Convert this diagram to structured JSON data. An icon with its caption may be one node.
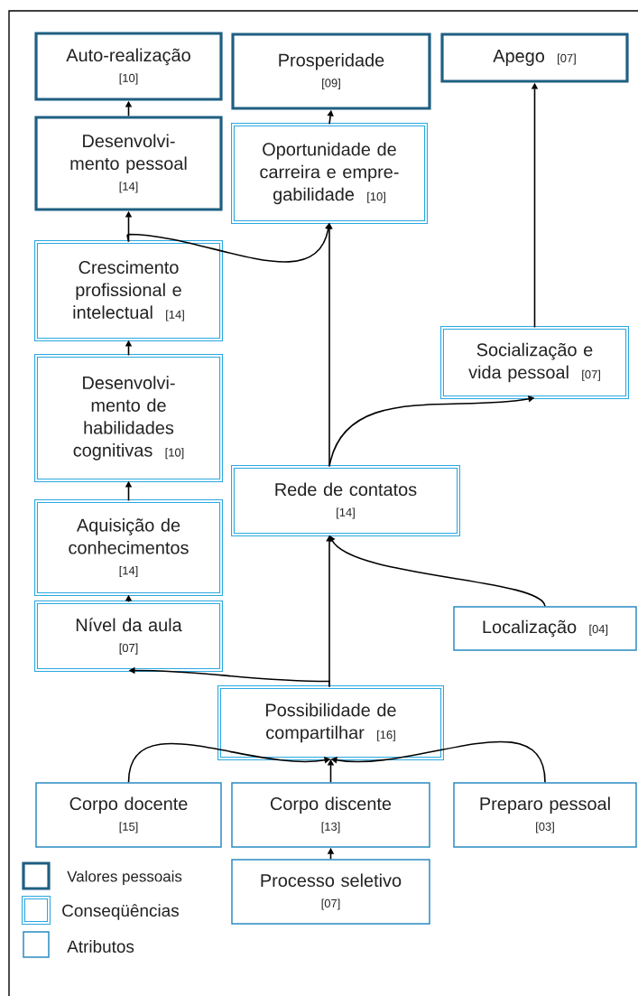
{
  "diagram": {
    "nodes": [
      {
        "text": [
          "Auto-realização",
          "[10]"
        ]
      },
      {
        "text": [
          "Prosperidade",
          "[09]"
        ]
      },
      {
        "text": [
          "Apego",
          "[07]"
        ]
      },
      {
        "text": [
          "Desenvolvi- mento pessoal",
          "[14]"
        ]
      },
      {
        "text": [
          "Oportunidade de carreira e empre- gabilidade",
          "[10]"
        ]
      },
      {
        "text": [
          "Crescimento profissional e intelectual",
          "[14]"
        ]
      },
      {
        "text": [
          "Socialização e vida pessoal",
          "[07]"
        ]
      },
      {
        "text": [
          "Desenvolvi- mento de habilidades cognitivas",
          "[10]"
        ]
      },
      {
        "text": [
          "Rede de contatos",
          "[14]"
        ]
      },
      {
        "text": [
          "Aquisição de conhecimentos",
          "[14]"
        ]
      },
      {
        "text": [
          "Nível da aula",
          "[07]"
        ]
      },
      {
        "text": [
          "Localização",
          "[04]"
        ]
      },
      {
        "text": [
          "Possibilidade de compartilhar",
          "[16]"
        ]
      },
      {
        "text": [
          "Corpo docente",
          "[15]"
        ]
      },
      {
        "text": [
          "Corpo discente",
          "[13]"
        ]
      },
      {
        "text": [
          "Preparo pessoal",
          "[03]"
        ]
      },
      {
        "text": [
          "Processo seletivo",
          "[07]"
        ]
      }
    ],
    "edges": [
      {
        "from": 3,
        "to": 0,
        "arrow": "to"
      },
      {
        "from": 4,
        "to": 1,
        "arrow": "to"
      },
      {
        "from": 6,
        "to": 2,
        "arrow": "to"
      },
      {
        "from": 5,
        "to": 3,
        "arrow": "to"
      },
      {
        "from": 5,
        "to": 4,
        "arrow": "to"
      },
      {
        "from": 7,
        "to": 5,
        "arrow": "to"
      },
      {
        "from": 9,
        "to": 7,
        "arrow": "to"
      },
      {
        "from": 10,
        "to": 9,
        "arrow": "to"
      },
      {
        "from": 8,
        "to": 4,
        "arrow": "to"
      },
      {
        "from": 8,
        "to": 6,
        "arrow": "to"
      },
      {
        "from": 11,
        "to": 8,
        "arrow": "to"
      },
      {
        "from": 12,
        "to": 8,
        "arrow": "to"
      },
      {
        "from": 12,
        "to": 10,
        "arrow": "to"
      },
      {
        "from": 13,
        "to": 12,
        "arrow": "to"
      },
      {
        "from": 14,
        "to": 12,
        "arrow": "to"
      },
      {
        "from": 15,
        "to": 12,
        "arrow": "to"
      },
      {
        "from": 16,
        "to": 14,
        "arrow": "to"
      }
    ],
    "legend": [
      {
        "text": "Valores pessoais"
      },
      {
        "text": "Conseqüências"
      },
      {
        "text": "Atributos"
      }
    ]
  }
}
